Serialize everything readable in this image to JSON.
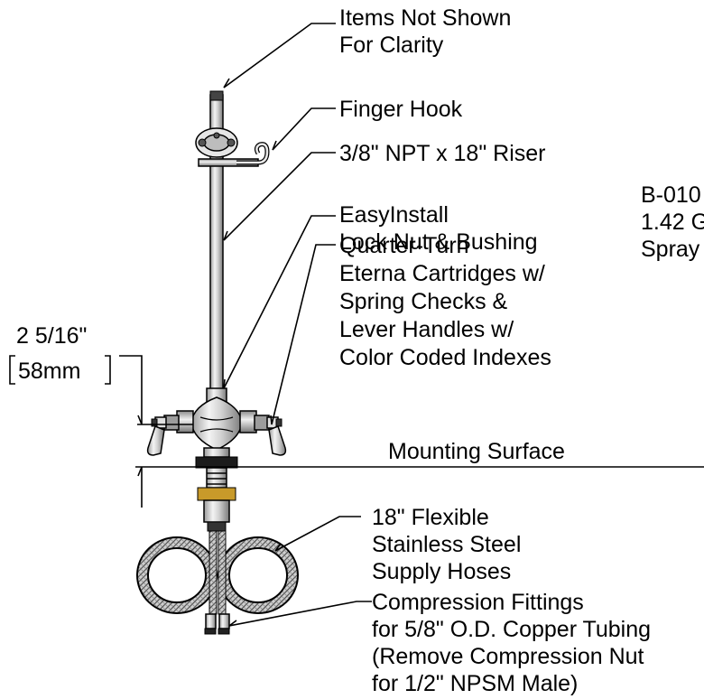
{
  "callouts": {
    "items_not_shown": [
      "Items Not Shown",
      "For Clarity"
    ],
    "finger_hook": [
      "Finger Hook"
    ],
    "riser": [
      "3/8\" NPT x 18\" Riser"
    ],
    "lock_nut": [
      "EasyInstall",
      "Lock Nut & Bushing"
    ],
    "cartridges": [
      "Quarter-Turn",
      "Eterna Cartridges w/",
      "Spring Checks &",
      "Lever Handles w/",
      "Color Coded Indexes"
    ],
    "mounting_surface": "Mounting Surface",
    "hoses": [
      "18\" Flexible",
      "Stainless Steel",
      "Supply Hoses"
    ],
    "fittings": [
      "Compression Fittings",
      "for 5/8\" O.D. Copper Tubing",
      "(Remove Compression Nut",
      "for 1/2\" NPSM Male)"
    ],
    "spray_note": [
      "B-010",
      "1.42 G",
      "Spray"
    ]
  },
  "dimension": {
    "imperial": "2 5/16\"",
    "metric": "58mm"
  }
}
